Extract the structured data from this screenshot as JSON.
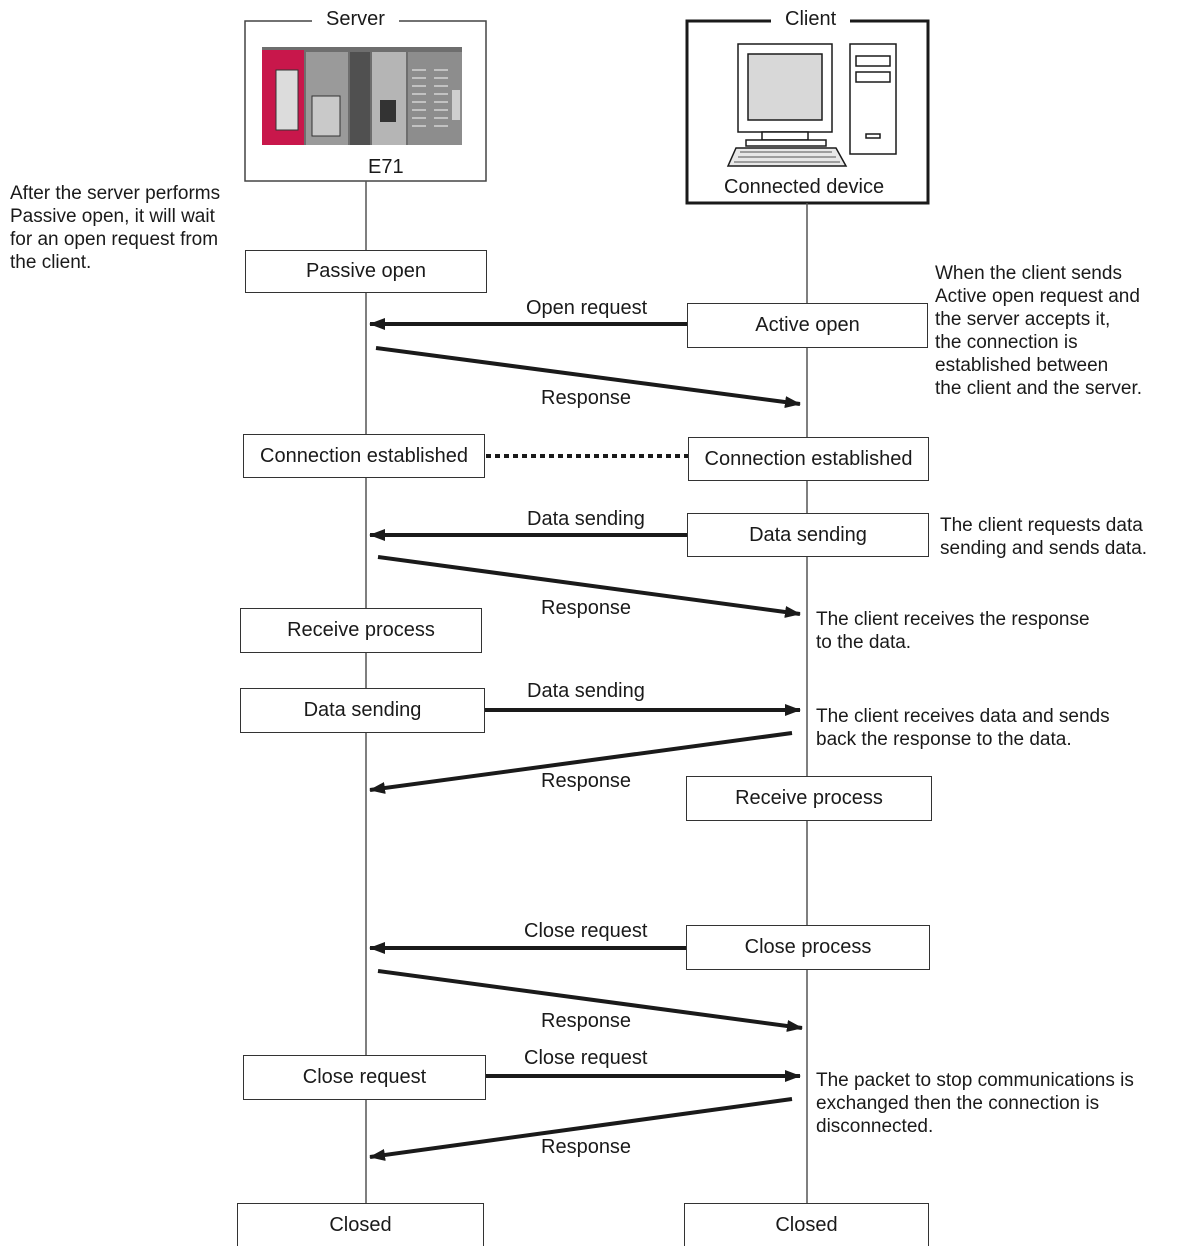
{
  "server": {
    "title": "Server",
    "module": "E71"
  },
  "client": {
    "title": "Client",
    "device": "Connected device"
  },
  "server_steps": {
    "passive_open": "Passive open",
    "connection_established": "Connection established",
    "receive_process": "Receive process",
    "data_sending": "Data sending",
    "close_request": "Close request",
    "closed": "Closed"
  },
  "client_steps": {
    "active_open": "Active open",
    "connection_established": "Connection established",
    "data_sending": "Data sending",
    "receive_process": "Receive process",
    "close_process": "Close process",
    "closed": "Closed"
  },
  "messages": {
    "open_request": "Open request",
    "response_1": "Response",
    "data_sending_1": "Data sending",
    "response_2": "Response",
    "data_sending_2": "Data sending",
    "response_3": "Response",
    "close_request_1": "Close request",
    "response_4": "Response",
    "close_request_2": "Close request",
    "response_5": "Response"
  },
  "notes": {
    "server_wait": "After the server performs\nPassive open, it will wait\nfor an open request from\nthe client.",
    "connection": "When the client sends\nActive open request and\nthe server accepts it,\nthe connection is\nestablished between\nthe client and the server.",
    "client_send": "The client requests data\nsending and sends data.",
    "client_recv_response": "The client receives the response\nto the data.",
    "client_recv_data": "The client receives data and sends\nback the response to the data.",
    "disconnect": "The packet to stop communications is\nexchanged then the connection is\ndisconnected."
  }
}
